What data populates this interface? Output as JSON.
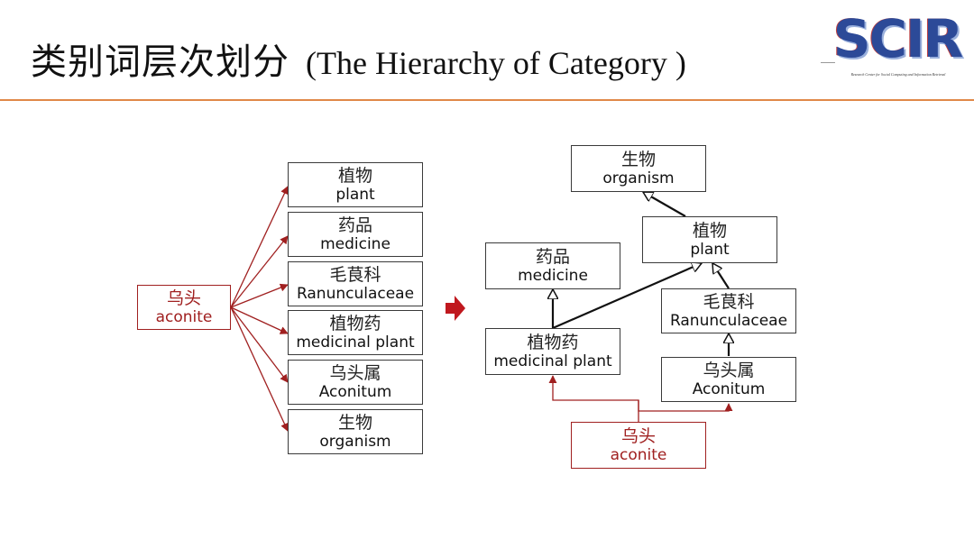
{
  "title": {
    "zh": "类别词层次划分",
    "en": "(The Hierarchy of Category )"
  },
  "logo": {
    "text": "SCIR",
    "subtitle": "Research Center for Social Computing and Information Retrieval"
  },
  "colors": {
    "accent_rule": "#e08848",
    "red": "#a02020",
    "box_border": "#3a3a3a",
    "arrow_black": "#111111"
  },
  "left_graph": {
    "source": {
      "zh": "乌头",
      "en": "aconite"
    },
    "targets": [
      {
        "zh": "植物",
        "en": "plant"
      },
      {
        "zh": "药品",
        "en": "medicine"
      },
      {
        "zh": "毛茛科",
        "en": "Ranunculaceae"
      },
      {
        "zh": "植物药",
        "en": "medicinal plant"
      },
      {
        "zh": "乌头属",
        "en": "Aconitum"
      },
      {
        "zh": "生物",
        "en": "organism"
      }
    ]
  },
  "transition_arrow_icon": "right-arrow-icon",
  "right_graph": {
    "organism": {
      "zh": "生物",
      "en": "organism"
    },
    "plant": {
      "zh": "植物",
      "en": "plant"
    },
    "medicine": {
      "zh": "药品",
      "en": "medicine"
    },
    "ranunculaceae": {
      "zh": "毛茛科",
      "en": "Ranunculaceae"
    },
    "medicinal_plant": {
      "zh": "植物药",
      "en": "medicinal plant"
    },
    "aconitum": {
      "zh": "乌头属",
      "en": "Aconitum"
    },
    "aconite": {
      "zh": "乌头",
      "en": "aconite"
    }
  }
}
